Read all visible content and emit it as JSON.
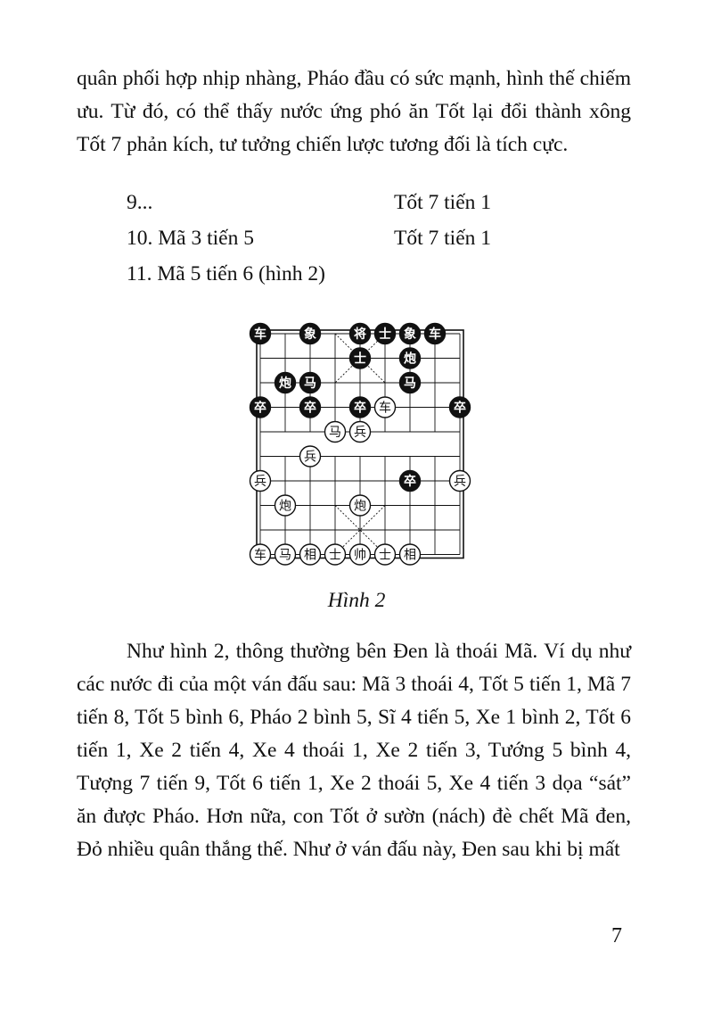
{
  "page": {
    "para1": "quân phối hợp nhịp nhàng, Pháo đầu có sức mạnh, hình thế chiếm ưu. Từ đó, có thể thấy nước ứng phó ăn Tốt lại đổi thành xông Tốt 7 phản kích, tư tưởng chiến lược tương đối là tích cực.",
    "moves": [
      {
        "white": "9...",
        "black": "Tốt 7 tiến 1"
      },
      {
        "white": "10. Mã 3 tiến 5",
        "black": "Tốt 7 tiến 1"
      },
      {
        "white": "11. Mã 5 tiến 6 (hình 2)",
        "black": ""
      }
    ],
    "figure_caption": "Hình 2",
    "para2": "Như hình 2, thông thường bên Đen là thoái Mã. Ví dụ như các nước đi của một ván đấu sau: Mã 3 thoái 4, Tốt 5 tiến 1, Mã 7 tiến 8, Tốt 5 bình 6, Pháo 2 bình 5, Sĩ 4 tiến 5, Xe 1 bình 2, Tốt 6 tiến 1, Xe 2 tiến 4, Xe 4 thoái 1, Xe 2 tiến 3, Tướng 5 bình 4, Tượng 7 tiến 9, Tốt 6 tiến 1, Xe 2 thoái 5, Xe 4 tiến 3 dọa “sát” ăn được Pháo. Hơn nữa, con Tốt ở sườn (nách) đè chết Mã đen, Đỏ nhiều quân thắng thế. Như ở ván đấu này, Đen sau khi bị mất",
    "page_number": "7"
  },
  "board": {
    "files": 9,
    "ranks": 10,
    "black_pieces": [
      {
        "char": "车",
        "file": 0,
        "rank": 0
      },
      {
        "char": "象",
        "file": 2,
        "rank": 0
      },
      {
        "char": "将",
        "file": 4,
        "rank": 0
      },
      {
        "char": "士",
        "file": 5,
        "rank": 0
      },
      {
        "char": "象",
        "file": 6,
        "rank": 0
      },
      {
        "char": "车",
        "file": 7,
        "rank": 0
      },
      {
        "char": "士",
        "file": 4,
        "rank": 1
      },
      {
        "char": "炮",
        "file": 6,
        "rank": 1
      },
      {
        "char": "炮",
        "file": 1,
        "rank": 2
      },
      {
        "char": "马",
        "file": 2,
        "rank": 2
      },
      {
        "char": "马",
        "file": 6,
        "rank": 2
      },
      {
        "char": "卒",
        "file": 0,
        "rank": 3
      },
      {
        "char": "卒",
        "file": 2,
        "rank": 3
      },
      {
        "char": "卒",
        "file": 4,
        "rank": 3
      },
      {
        "char": "卒",
        "file": 8,
        "rank": 3
      },
      {
        "char": "卒",
        "file": 6,
        "rank": 6
      }
    ],
    "red_pieces": [
      {
        "char": "车",
        "file": 5,
        "rank": 3
      },
      {
        "char": "马",
        "file": 3,
        "rank": 4
      },
      {
        "char": "兵",
        "file": 4,
        "rank": 4
      },
      {
        "char": "兵",
        "file": 2,
        "rank": 5
      },
      {
        "char": "兵",
        "file": 0,
        "rank": 6
      },
      {
        "char": "兵",
        "file": 8,
        "rank": 6
      },
      {
        "char": "炮",
        "file": 1,
        "rank": 7
      },
      {
        "char": "炮",
        "file": 4,
        "rank": 7
      },
      {
        "char": "车",
        "file": 0,
        "rank": 9
      },
      {
        "char": "马",
        "file": 1,
        "rank": 9
      },
      {
        "char": "相",
        "file": 2,
        "rank": 9
      },
      {
        "char": "士",
        "file": 3,
        "rank": 9
      },
      {
        "char": "帅",
        "file": 4,
        "rank": 9
      },
      {
        "char": "士",
        "file": 5,
        "rank": 9
      },
      {
        "char": "相",
        "file": 6,
        "rank": 9
      }
    ],
    "colors": {
      "black_piece": "#111111",
      "red_piece_fill": "#ffffff",
      "line": "#111111"
    }
  }
}
